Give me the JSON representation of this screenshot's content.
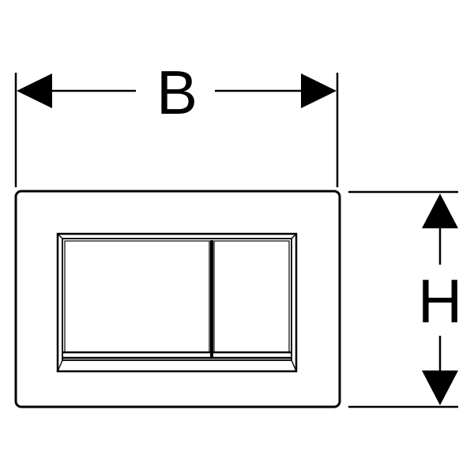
{
  "diagram": {
    "width_label": "B",
    "height_label": "H",
    "stroke_color": "#000000",
    "background_color": "#ffffff",
    "components": [
      "flush-plate-outer-frame",
      "button-recess",
      "large-flush-button",
      "small-flush-button",
      "width-dimension-arrow",
      "height-dimension-arrow"
    ]
  }
}
